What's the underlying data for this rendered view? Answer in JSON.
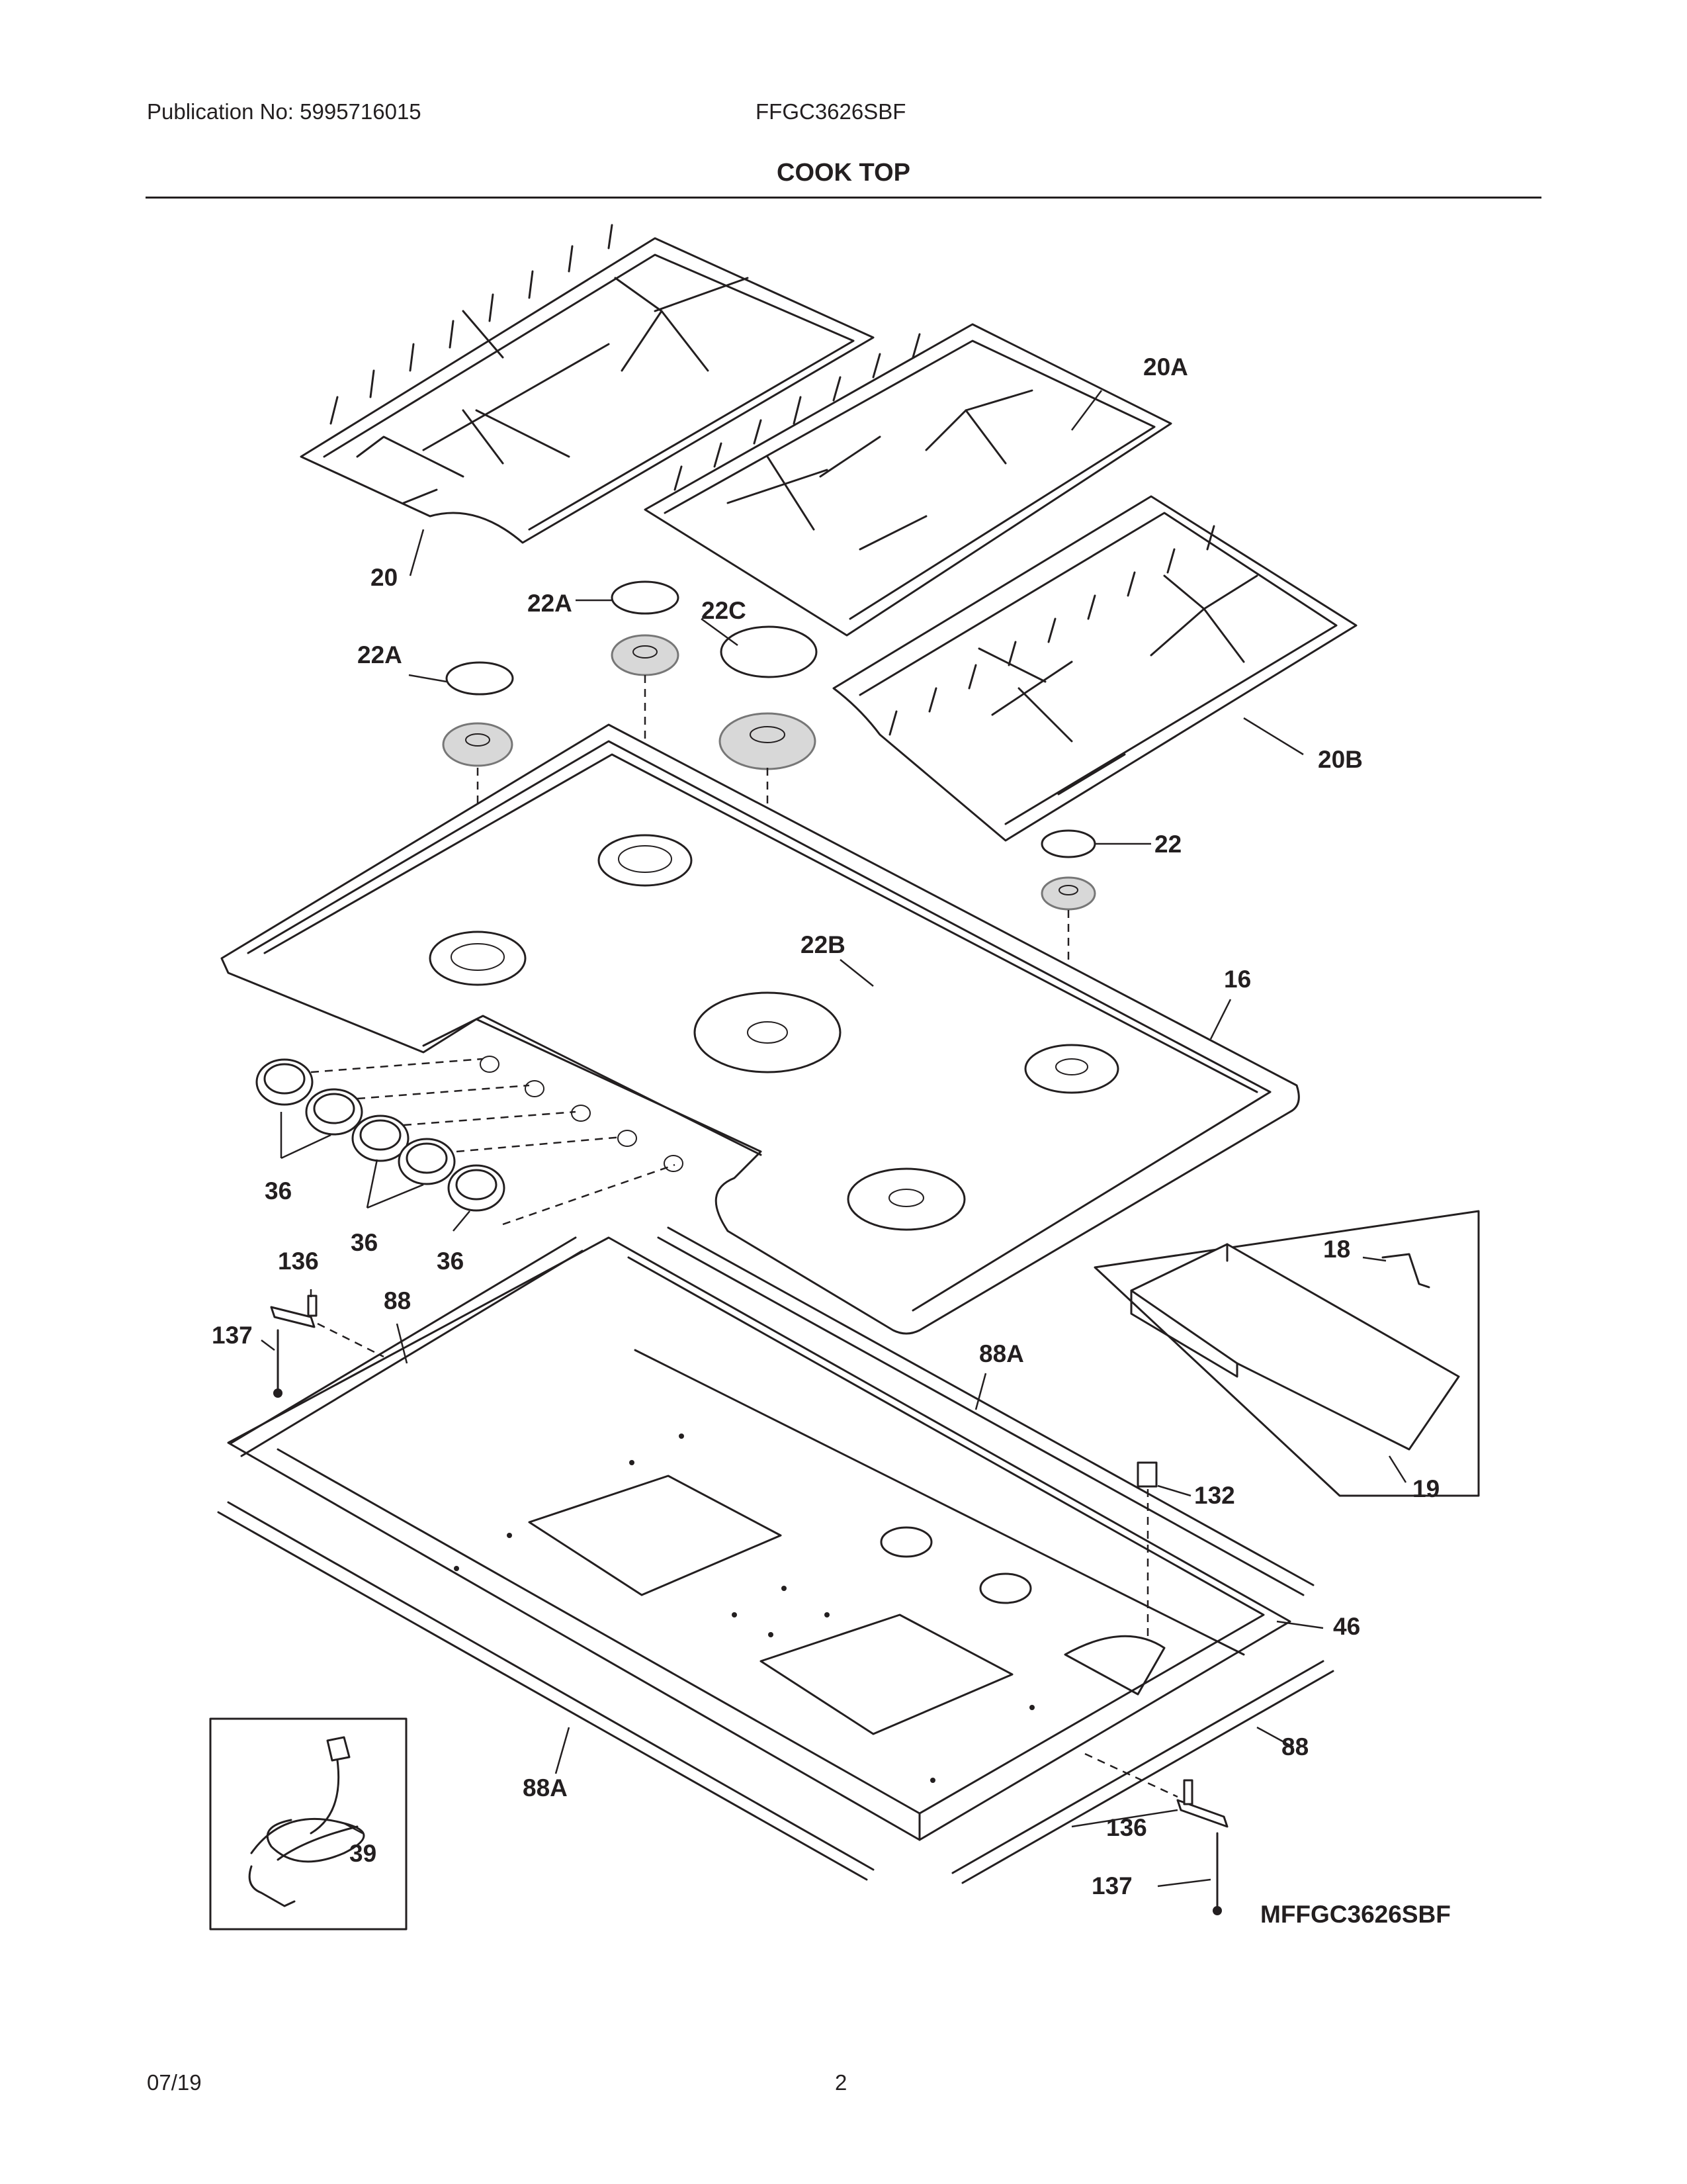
{
  "header": {
    "publication": "Publication No: 5995716015",
    "model": "FFGC3626SBF",
    "section_title": "COOK TOP"
  },
  "footer": {
    "date": "07/19",
    "page_number": "2"
  },
  "diagram_code": "MFFGC3626SBF",
  "callouts": {
    "grate_left": "20",
    "grate_center": "20A",
    "grate_right": "20B",
    "cap_rear_left": "22A",
    "cap_front_left": "22A",
    "cap_center_rear": "22C",
    "cap_right": "22",
    "cap_center_front": "22B",
    "cooktop": "16",
    "knobs_a": "36",
    "knobs_b": "36",
    "knobs_c": "36",
    "bracket_18": "18",
    "shield_19": "19",
    "bracket_136_top": "136",
    "screw_137_top": "137",
    "gasket_88_top": "88",
    "gasket_88a_top": "88A",
    "spark_module": "132",
    "burner_box": "46",
    "gasket_88_bottom": "88",
    "gasket_88a_bottom": "88A",
    "bracket_136_bottom": "136",
    "screw_137_bottom": "137",
    "power_cord": "39"
  }
}
